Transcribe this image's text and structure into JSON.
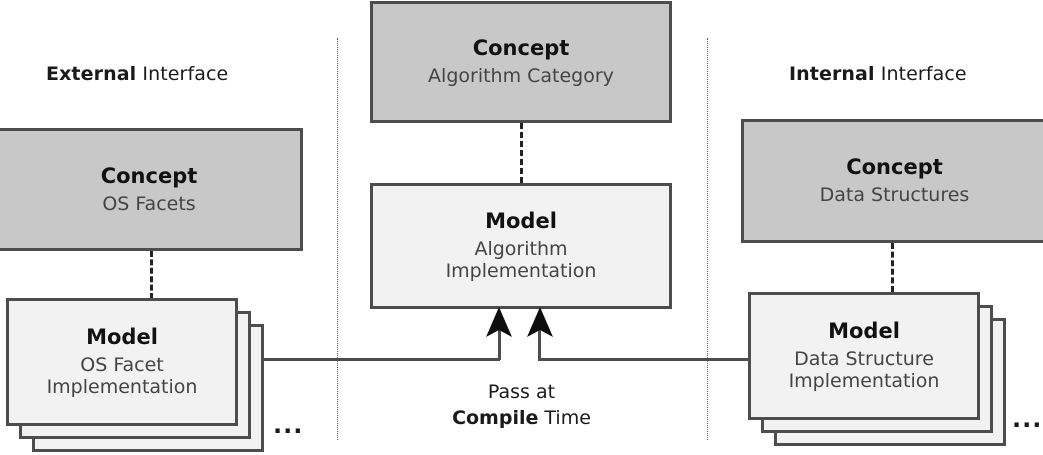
{
  "diagram": {
    "title": "Concept / Model architecture diagram",
    "colors": {
      "concept_fill": "#c8c8c8",
      "model_fill": "#f2f2f2",
      "border": "#4d4d4d",
      "text": "#1a1a1a",
      "subtitle_text": "#444444",
      "divider": "#5a5a5a"
    },
    "columns": [
      {
        "id": "external",
        "heading_bold": "External",
        "heading_rest": " Interface"
      },
      {
        "id": "middle",
        "heading_bold": "",
        "heading_rest": ""
      },
      {
        "id": "internal",
        "heading_bold": "Internal",
        "heading_rest": " Interface"
      }
    ],
    "nodes": [
      {
        "id": "concept-os-facets",
        "kind": "concept",
        "title": "Concept",
        "subtitle": "OS Facets",
        "stacked": false
      },
      {
        "id": "model-os-facet-impl",
        "kind": "model",
        "title": "Model",
        "subtitle": "OS Facet\nImplementation",
        "stacked": true
      },
      {
        "id": "concept-algorithm-category",
        "kind": "concept",
        "title": "Concept",
        "subtitle": "Algorithm Category",
        "stacked": false
      },
      {
        "id": "model-algorithm-impl",
        "kind": "model",
        "title": "Model",
        "subtitle": "Algorithm\nImplementation",
        "stacked": false
      },
      {
        "id": "concept-data-structures",
        "kind": "concept",
        "title": "Concept",
        "subtitle": "Data Structures",
        "stacked": false
      },
      {
        "id": "model-data-structure-impl",
        "kind": "model",
        "title": "Model",
        "subtitle": "Data Structure\nImplementation",
        "stacked": true
      }
    ],
    "annotations": {
      "pass_line1": "Pass at",
      "pass_bold": "Compile",
      "pass_rest": " Time",
      "ellipsis_left": "...",
      "ellipsis_right": "..."
    }
  }
}
